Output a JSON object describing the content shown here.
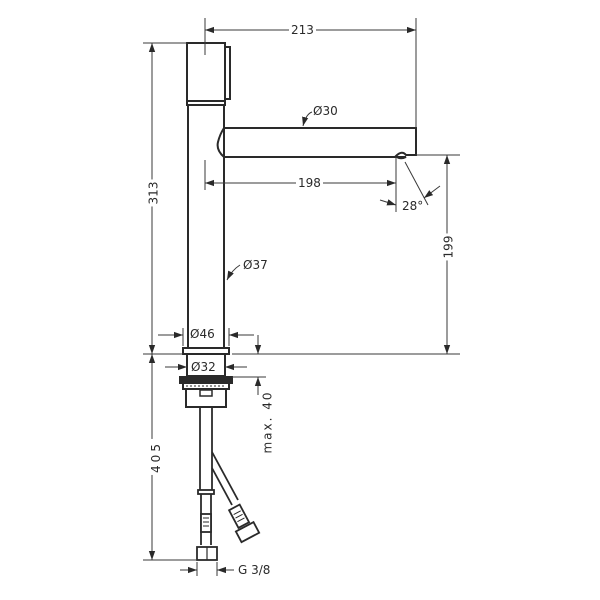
{
  "drawing": {
    "subject": "Single-lever basin faucet technical dimension drawing",
    "colors": {
      "line": "#2a2a2a",
      "dimension": "#3a3a3a",
      "background": "#ffffff"
    },
    "dimensions": {
      "overall_reach": "213",
      "spout_diameter": "Ø30",
      "spout_reach": "198",
      "spout_angle": "28°",
      "spout_outlet_height": "199",
      "overall_height": "313",
      "body_diameter": "Ø37",
      "base_diameter": "Ø46",
      "shank_diameter": "Ø32",
      "max_counter_thickness": "max. 40",
      "hose_length": "405",
      "connection_thread": "G 3/8"
    }
  }
}
